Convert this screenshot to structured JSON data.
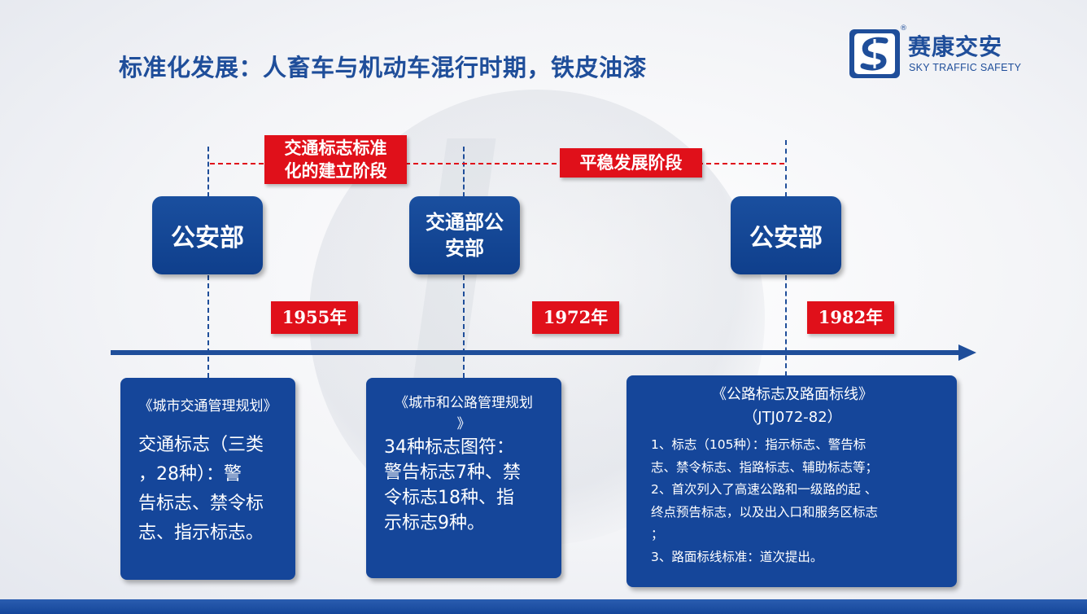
{
  "title": "标准化发展：人畜车与机动车混行时期，铁皮油漆",
  "logo": {
    "cn": "赛康交安",
    "en": "SKY TRAFFIC SAFETY",
    "reg": "®"
  },
  "stages": [
    {
      "label_line1": "交通标志标准",
      "label_line2": "化的建立阶段"
    },
    {
      "label": "平稳发展阶段"
    }
  ],
  "agencies": [
    {
      "label": "公安部"
    },
    {
      "label_line1": "交通部公",
      "label_line2": "安部"
    },
    {
      "label": "公安部"
    }
  ],
  "years": [
    "1955年",
    "1972年",
    "1982年"
  ],
  "cards": [
    {
      "doc": "《城市交通管理规划》",
      "lines": [
        "交通标志（三类",
        "，28种）：警",
        "告标志、禁令标",
        "志、指示标志。"
      ]
    },
    {
      "doc_line1": "《城市和公路管理规划",
      "doc_line2": "》",
      "lines": [
        "34种标志图符：",
        "警告标志7种、禁",
        "令标志18种、指",
        "示标志9种。"
      ]
    },
    {
      "doc_line1": "《公路标志及路面标线》",
      "doc_line2": "（JTJ072-82）",
      "lines": [
        "1、标志（105种）：指示标志、警告标",
        "志、禁令标志、指路标志、辅助标志等；",
        "2、首次列入了高速公路和一级路的起 、",
        "终点预告标志，以及出入口和服务区标志",
        "；",
        "3、路面标线标准：道次提出。"
      ]
    }
  ],
  "colors": {
    "primary": "#1f4e9a",
    "accent": "#e0101a"
  }
}
